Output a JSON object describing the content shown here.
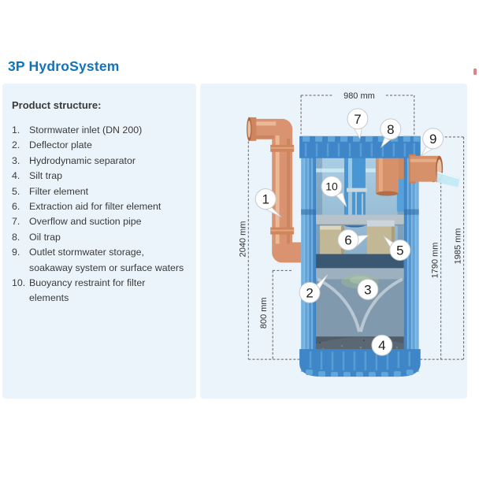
{
  "page": {
    "title": "3P HydroSystem"
  },
  "product": {
    "heading": "Product structure:",
    "items": [
      {
        "num": "1.",
        "label": "Stormwater inlet (DN 200)"
      },
      {
        "num": "2.",
        "label": "Deflector plate"
      },
      {
        "num": "3.",
        "label": "Hydrodynamic separator"
      },
      {
        "num": "4.",
        "label": "Silt trap"
      },
      {
        "num": "5.",
        "label": "Filter element"
      },
      {
        "num": "6.",
        "label": "Extraction aid for filter element"
      },
      {
        "num": "7.",
        "label": "Overflow and suction pipe"
      },
      {
        "num": "8.",
        "label": "Oil trap"
      },
      {
        "num": "9.",
        "label": "Outlet stormwater storage, soakaway system or surface waters"
      },
      {
        "num": "10.",
        "label": "Buoyancy restraint for filter elements"
      }
    ]
  },
  "diagram": {
    "dimensions": {
      "width": "980 mm",
      "total_height": "2040 mm",
      "inlet_depth": "800 mm",
      "outlet_height": "1790 mm",
      "tank_height": "1985 mm"
    },
    "callouts": [
      "1",
      "2",
      "3",
      "4",
      "5",
      "6",
      "7",
      "8",
      "9",
      "10"
    ],
    "colors": {
      "panel_bg": "#ecf4fb",
      "title_blue": "#1173b8",
      "tank_blue": "#4a92cf",
      "pipe_orange": "#da9370",
      "filter_tan": "#c3b896"
    }
  }
}
